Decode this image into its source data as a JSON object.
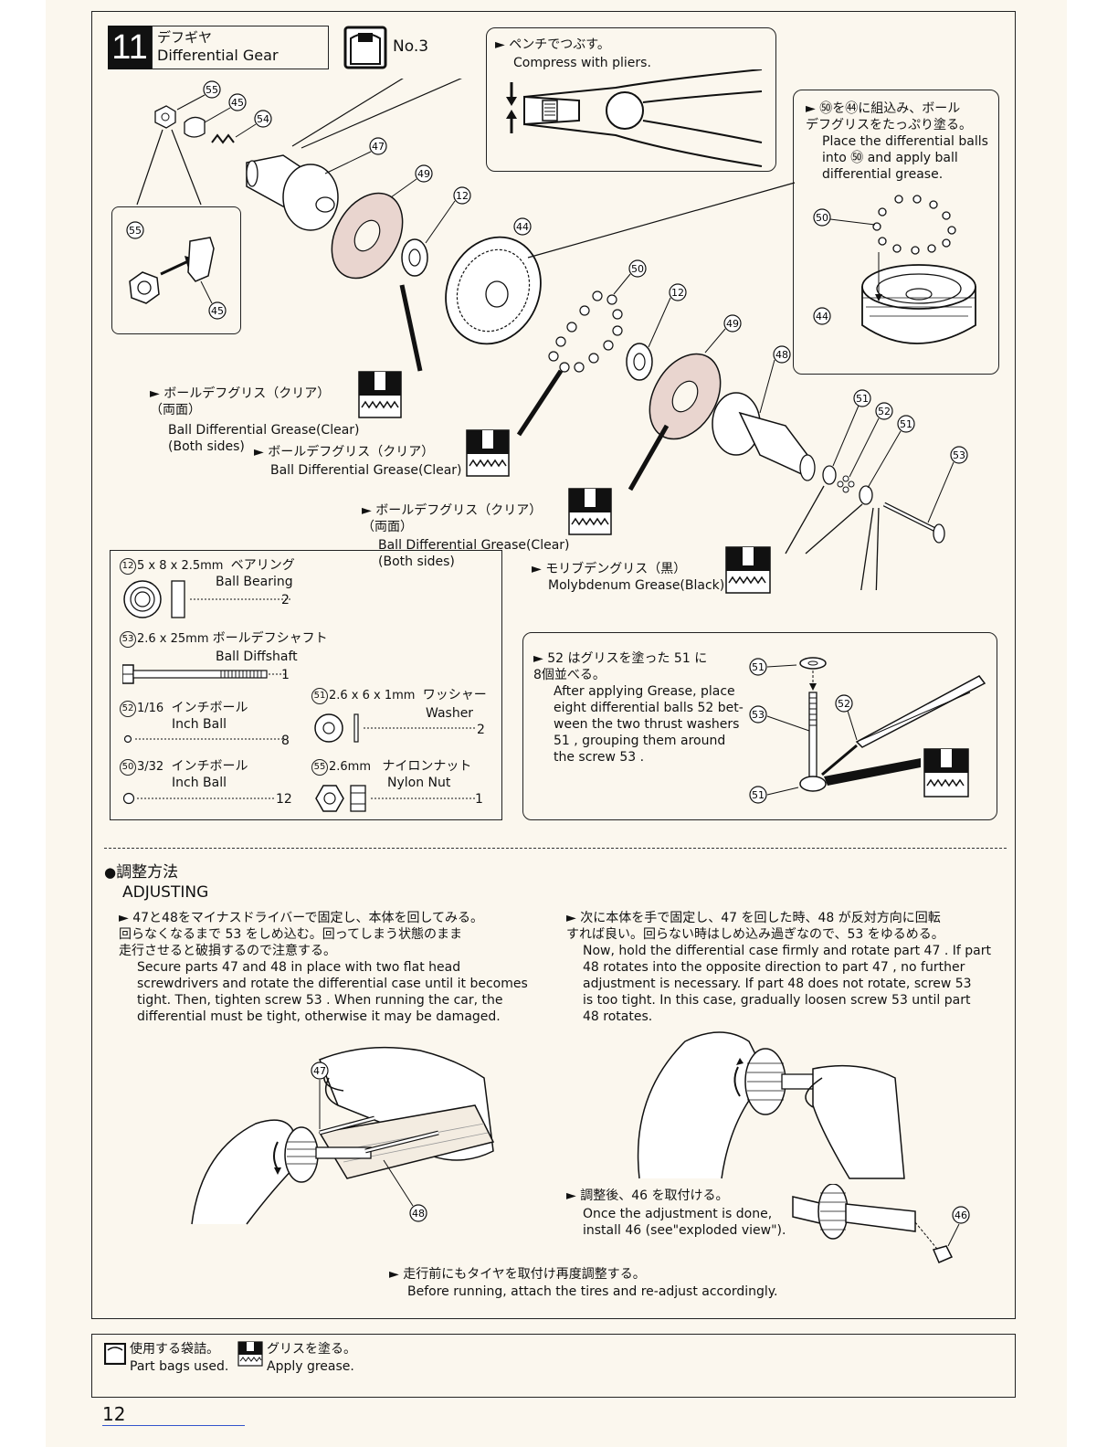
{
  "page_number": "12",
  "step": {
    "number": "11",
    "title_jp": "デフギヤ",
    "title_en": "Differential Gear",
    "bag_label": "No.3"
  },
  "callouts": {
    "pliers_jp": "ペンチでつぶす。",
    "pliers_en": "Compress with pliers.",
    "balls_jp": "㊿を㊹に組込み、ボール\nデフグリスをたっぷり塗る。",
    "balls_en": "Place the differential balls\ninto ㊿ and apply ball\ndifferential grease.",
    "grease1_jp": "ボールデフグリス（クリア）\n（両面）",
    "grease1_en": "Ball Differential Grease(Clear)\n(Both sides)",
    "grease2_jp": "ボールデフグリス（クリア）",
    "grease2_en": "Ball Differential Grease(Clear)",
    "grease3_jp": "ボールデフグリス（クリア）\n（両面）",
    "grease3_en": "Ball Differential Grease(Clear)\n(Both sides)",
    "moly_jp": "モリブデングリス（黒）",
    "moly_en": "Molybdenum Grease(Black)",
    "thrust_jp": "52 はグリスを塗った 51 に\n8個並べる。",
    "thrust_en": "After applying Grease, place\neight differential balls 52 bet-\nween the two thrust washers\n51 , grouping them around\nthe screw 53 ."
  },
  "parts": [
    {
      "no": "12",
      "size": "5 x 8 x 2.5mm",
      "name_jp": "ベアリング",
      "name_en": "Ball Bearing",
      "qty": "2"
    },
    {
      "no": "53",
      "size": "2.6 x 25mm",
      "name_jp": "ボールデフシャフト",
      "name_en": "Ball Diffshaft",
      "qty": "1"
    },
    {
      "no": "52",
      "size": "1/16",
      "name_jp": "インチボール",
      "name_en": "Inch Ball",
      "qty": "8"
    },
    {
      "no": "50",
      "size": "3/32",
      "name_jp": "インチボール",
      "name_en": "Inch Ball",
      "qty": "12"
    },
    {
      "no": "51",
      "size": "2.6 x 6 x 1mm",
      "name_jp": "ワッシャー",
      "name_en": "Washer",
      "qty": "2"
    },
    {
      "no": "55",
      "size": "2.6mm",
      "name_jp": "ナイロンナット",
      "name_en": "Nylon Nut",
      "qty": "1"
    }
  ],
  "labels": {
    "n55": "55",
    "n45": "45",
    "n54": "54",
    "n47": "47",
    "n49": "49",
    "n12": "12",
    "n44": "44",
    "n50": "50",
    "n48": "48",
    "n51": "51",
    "n52": "52",
    "n53": "53",
    "n46": "46"
  },
  "adjusting": {
    "heading_jp": "調整方法",
    "heading_en": "ADJUSTING",
    "left_jp": "47と48をマイナスドライバーで固定し、本体を回してみる。\n回らなくなるまで 53 をしめ込む。回ってしまう状態のまま\n走行させると破損するので注意する。",
    "left_en": "Secure parts 47 and 48 in place with two flat head\nscrewdrivers and rotate the differential case until it becomes\ntight.  Then, tighten screw 53 .  When running the car, the\ndifferential must be tight, otherwise it may be damaged.",
    "right_jp": "次に本体を手で固定し、47 を回した時、48 が反対方向に回転\nすれば良い。回らない時はしめ込み過ぎなので、53 をゆるめる。",
    "right_en": "Now, hold the differential case firmly and rotate part 47 .  If part\n48 rotates into the opposite direction to part 47 , no further\nadjustment is necessary.  If part 48 does not rotate, screw 53\nis too tight.  In this case, gradually loosen screw 53 until part\n48 rotates.",
    "install_jp": "調整後、46 を取付ける。",
    "install_en": "Once the adjustment is done,\ninstall 46 (see\"exploded view\").",
    "final_jp": "走行前にもタイヤを取付け再度調整する。",
    "final_en": "Before running, attach the tires and re-adjust accordingly."
  },
  "legend": {
    "bag_jp": "使用する袋詰。",
    "bag_en": "Part bags used.",
    "grease_jp": "グリスを塗る。",
    "grease_en": "Apply grease."
  }
}
